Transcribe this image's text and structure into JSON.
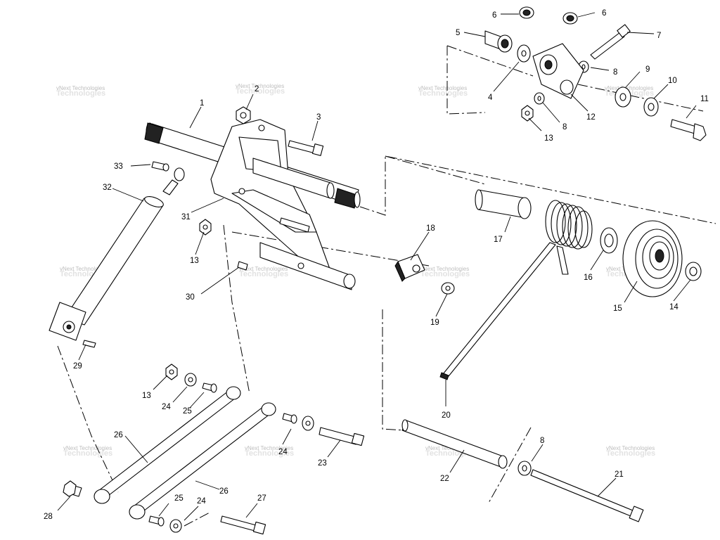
{
  "watermark": {
    "line1": "vNext Technologies",
    "line2": "Technologies"
  },
  "callouts": [
    "1",
    "2",
    "3",
    "4",
    "5",
    "6",
    "6",
    "7",
    "8",
    "8",
    "8",
    "9",
    "10",
    "11",
    "12",
    "13",
    "13",
    "13",
    "14",
    "15",
    "16",
    "17",
    "18",
    "19",
    "20",
    "21",
    "22",
    "23",
    "24",
    "24",
    "24",
    "25",
    "25",
    "26",
    "26",
    "27",
    "28",
    "29",
    "30",
    "31",
    "32",
    "33"
  ]
}
